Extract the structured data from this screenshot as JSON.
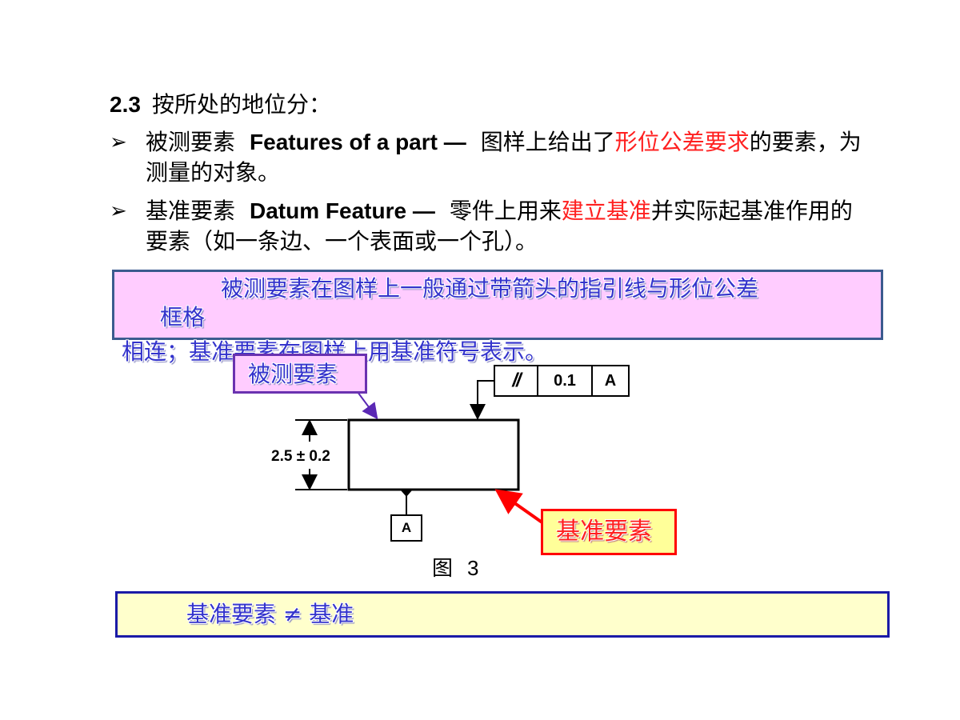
{
  "heading": {
    "number": "2.3",
    "text": "按所处的地位分："
  },
  "bullet_marker": "➢",
  "bullets": [
    {
      "zh_term": "被测要素",
      "en_term": "Features of a part  —",
      "desc_before": "图样上给出了",
      "desc_highlight": "形位公差要求",
      "desc_after": "的要素，为测量的对象。"
    },
    {
      "zh_term": "基准要素",
      "en_term": "Datum Feature —",
      "desc_before": "零件上用来",
      "desc_highlight": "建立基准",
      "desc_after": "并实际起基准作用的要素（如一条边、一个表面或一个孔）。"
    }
  ],
  "note": {
    "line1": "被测要素在图样上一般通过带箭头的指引线与形位公差",
    "line2": "框格",
    "line3": "相连；基准要素在图样上用基准符号表示。"
  },
  "figure": {
    "label_measured": "被测要素",
    "label_datum": "基准要素",
    "fcf_symbol": "//",
    "fcf_tolerance": "0.1",
    "fcf_datum": "A",
    "dimension": "2.5 ± 0.2",
    "datum_letter": "A",
    "caption_prefix": "图",
    "caption_number": "3"
  },
  "summary": "基准要素  ≠  基准",
  "colors": {
    "highlight": "#ff2020",
    "note_text": "#3333cc",
    "pink_fill": "#ffccff",
    "yellow_fill": "#ffffcc"
  }
}
